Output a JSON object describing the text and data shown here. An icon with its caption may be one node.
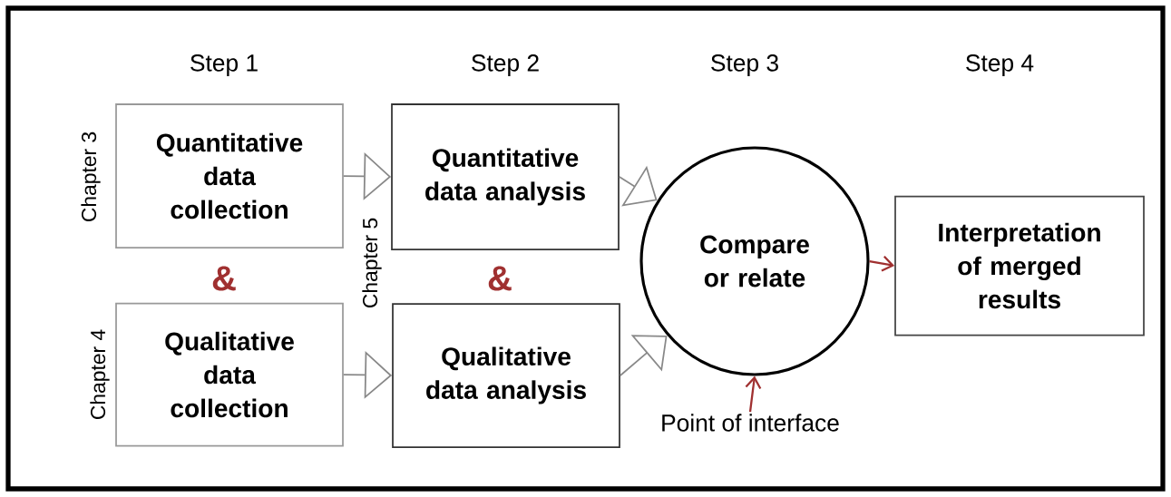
{
  "diagram": {
    "nodes": [
      {
        "text": [
          "Quantitative data collection"
        ],
        "beside": [
          "Chapter 3"
        ]
      },
      {
        "text": [
          "Qualitative data collection"
        ],
        "beside": [
          "Chapter 4"
        ]
      },
      {
        "text": [
          "Quantitative data analysis"
        ]
      },
      {
        "text": [
          "Qualitative data analysis"
        ]
      },
      {
        "text": [
          "Compare or relate"
        ]
      },
      {
        "text": [
          "Interpretation of merged results"
        ]
      },
      {
        "text": [
          "Point of interface"
        ]
      }
    ],
    "edges": [
      {
        "from": 0,
        "to": 2,
        "arrow": "to"
      },
      {
        "from": 1,
        "to": 3,
        "arrow": "to"
      },
      {
        "from": 2,
        "to": 4,
        "arrow": "to"
      },
      {
        "from": 3,
        "to": 4,
        "arrow": "to"
      },
      {
        "from": 4,
        "to": 5,
        "arrow": "to",
        "color": "#a03030"
      },
      {
        "from": 6,
        "to": 4,
        "arrow": "to",
        "color": "#a03030"
      }
    ],
    "labels": [
      "Step 1",
      "Step 2",
      "Step 3",
      "Step 4",
      "&",
      "Chapter 5",
      "&"
    ]
  }
}
